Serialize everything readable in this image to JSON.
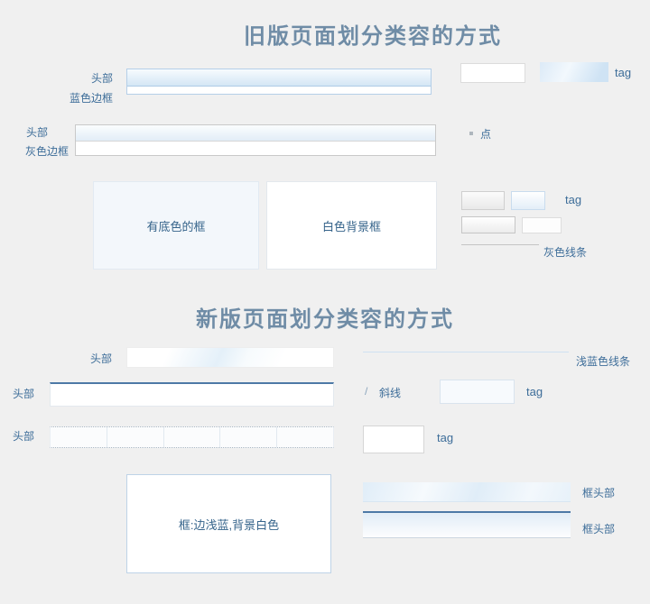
{
  "old": {
    "title": "旧版页面划分类容的方式",
    "header_label_1": "头部",
    "blue_border_label": "蓝色边框",
    "header_label_2": "头部",
    "gray_border_label": "灰色边框",
    "tag_label_top": "tag",
    "dot_label": "点",
    "tinted_box_text": "有底色的框",
    "white_box_text": "白色背景框",
    "tag_label_mid": "tag",
    "gray_line_label": "灰色线条"
  },
  "new": {
    "title": "新版页面划分类容的方式",
    "header_label_a": "头部",
    "light_blue_line_label": "浅蓝色线条",
    "header_label_b": "头部",
    "slash_symbol": "/",
    "slash_label": "斜线",
    "tag_label_b": "tag",
    "header_label_c": "头部",
    "tag_label_c": "tag",
    "main_box_text": "框:边浅蓝,背景白色",
    "frame_header_label_1": "框头部",
    "frame_header_label_2": "框头部"
  },
  "colors": {
    "page_background": "#f0f0f0",
    "title_blue": "#6f8ca6",
    "label_blue": "#3d6d99",
    "accent_top_border_blue": "#4d79a6",
    "light_blue_border": "#bed3e7",
    "gray_line": "#c4c4c4",
    "light_blue_line": "#cfe2f2"
  }
}
